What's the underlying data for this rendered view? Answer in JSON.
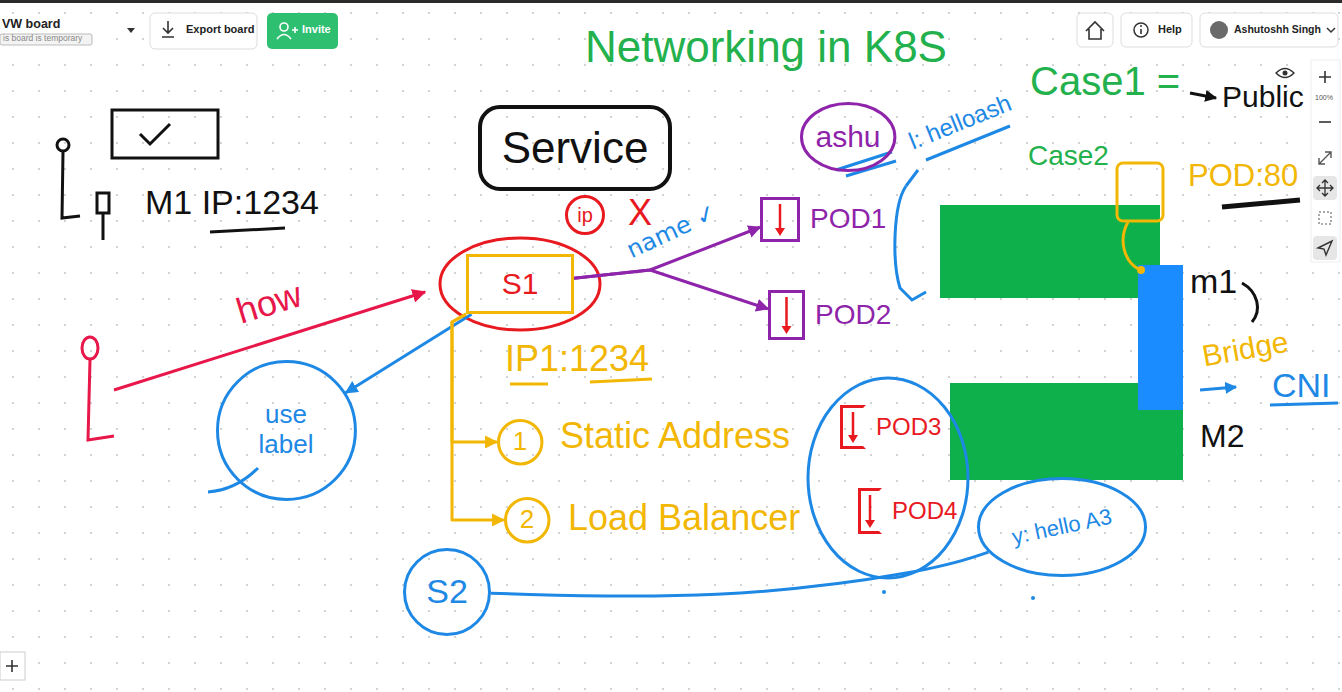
{
  "diagram": {
    "title": "Networking in K8S",
    "nodes": [
      {
        "text": [
          "Service"
        ]
      },
      {
        "text": [
          "S1"
        ]
      },
      {
        "text": [
          "ip"
        ]
      },
      {
        "text": [
          "POD1"
        ]
      },
      {
        "text": [
          "POD2"
        ]
      },
      {
        "text": [
          "ashu"
        ]
      },
      {
        "text": [
          "use label"
        ]
      },
      {
        "text": [
          "1"
        ]
      },
      {
        "text": [
          "2"
        ]
      },
      {
        "text": [
          "POD3"
        ]
      },
      {
        "text": [
          "POD4"
        ]
      },
      {
        "text": [
          "y: hello A3"
        ]
      },
      {
        "text": [
          "S2"
        ]
      }
    ],
    "edges": [
      {
        "from": 1,
        "to": 3,
        "arrow": "to",
        "label": "name ✓"
      },
      {
        "from": 1,
        "to": 4,
        "arrow": "to"
      },
      {
        "from": 1,
        "to": 6,
        "arrow": "to"
      },
      {
        "from": 1,
        "to": 7,
        "arrow": "to"
      },
      {
        "from": 1,
        "to": 8,
        "arrow": "to"
      },
      {
        "from": 12,
        "to": 11,
        "arrow": "none"
      }
    ],
    "labels": [
      "VW board",
      "is board is temporary",
      "Export board",
      "Invite",
      "Help",
      "Ashutoshh Singh",
      "100%",
      "M1 IP:1234",
      "how",
      "IP1:1234",
      "Static Address",
      "Load Balancer",
      "X",
      "l: helloash",
      "Case1 =",
      "Public",
      "Case2",
      "POD:80",
      "m1",
      "Bridge",
      "CNI",
      "M2"
    ]
  }
}
